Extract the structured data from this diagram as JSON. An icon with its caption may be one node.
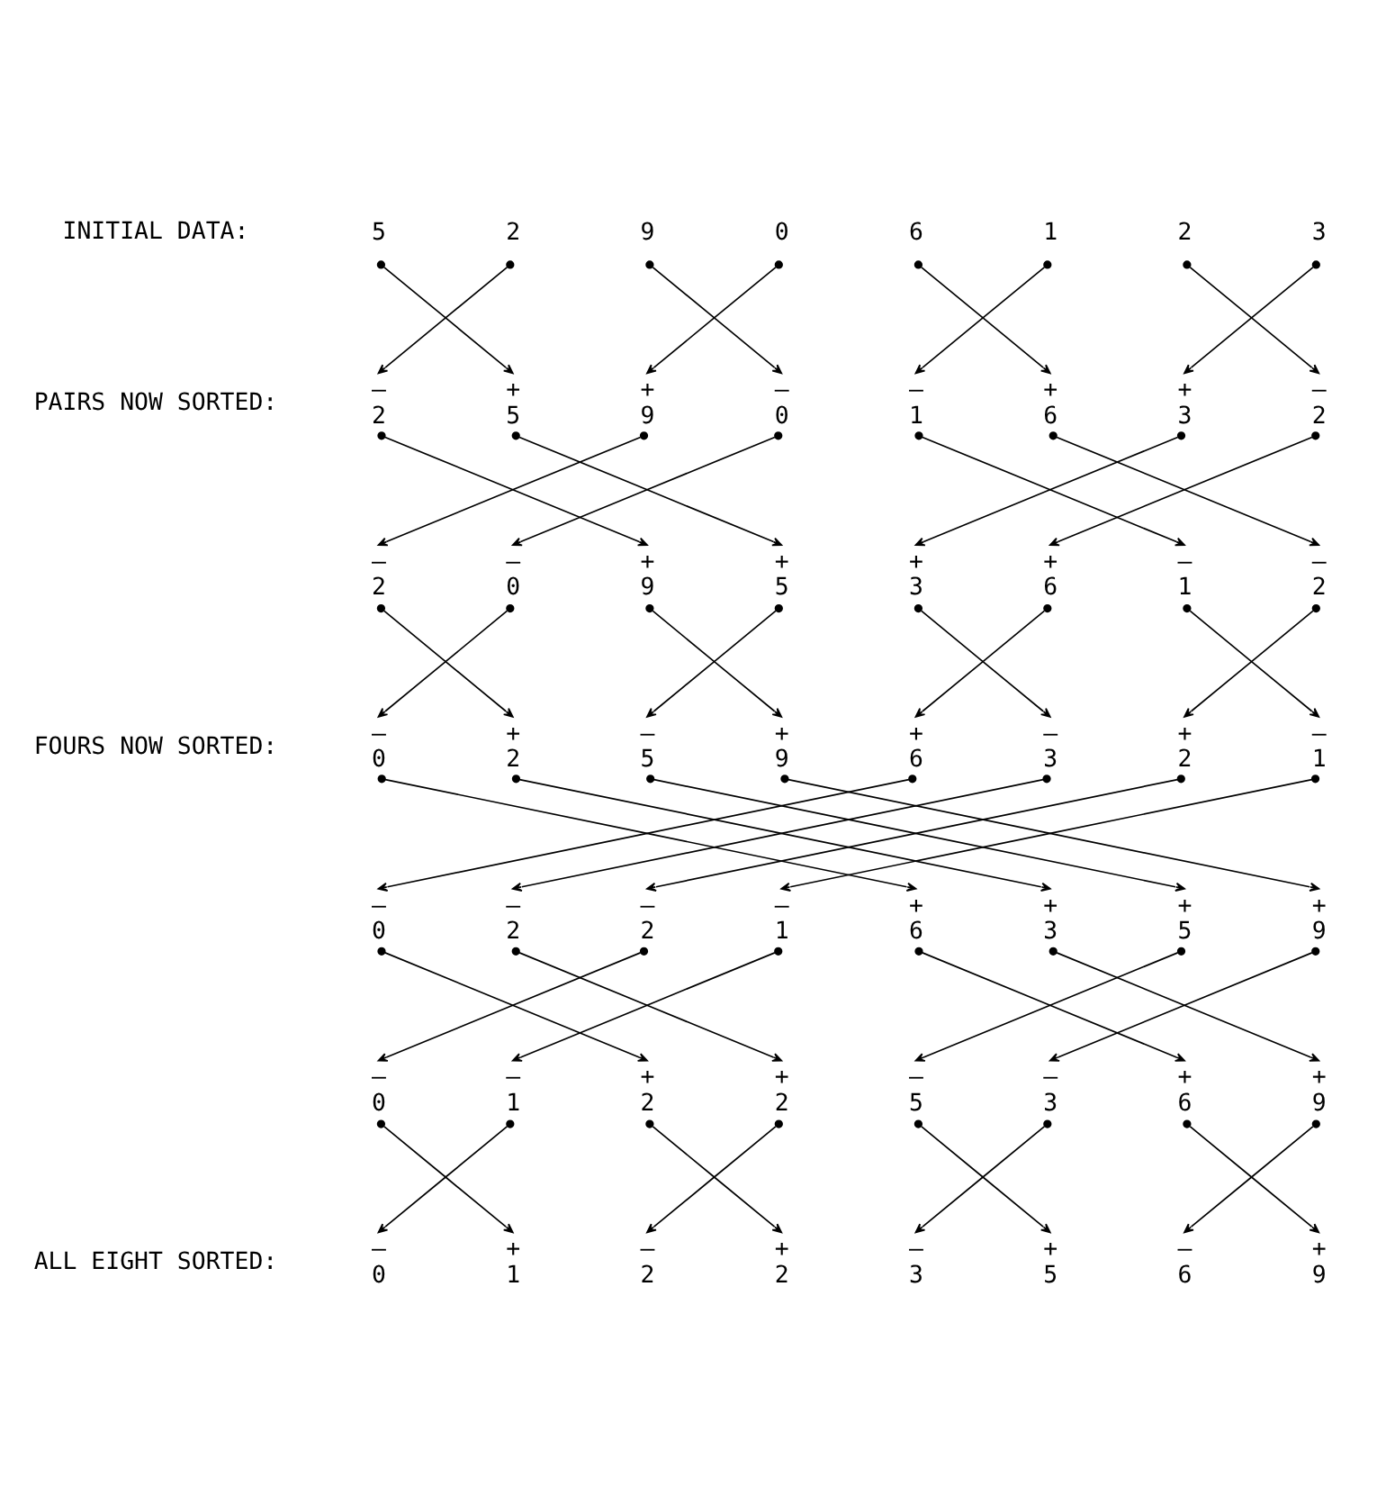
{
  "diagram": {
    "nodes": [
      {
        "text": [
          "5"
        ]
      },
      {
        "text": [
          "2"
        ]
      },
      {
        "text": [
          "9"
        ]
      },
      {
        "text": [
          "0"
        ]
      },
      {
        "text": [
          "6"
        ]
      },
      {
        "text": [
          "1"
        ]
      },
      {
        "text": [
          "2"
        ]
      },
      {
        "text": [
          "3"
        ]
      },
      {
        "text": [
          "2"
        ],
        "beside": [
          "–"
        ]
      },
      {
        "text": [
          "5"
        ],
        "beside": [
          "+"
        ]
      },
      {
        "text": [
          "9"
        ],
        "beside": [
          "+"
        ]
      },
      {
        "text": [
          "0"
        ],
        "beside": [
          "–"
        ]
      },
      {
        "text": [
          "1"
        ],
        "beside": [
          "–"
        ]
      },
      {
        "text": [
          "6"
        ],
        "beside": [
          "+"
        ]
      },
      {
        "text": [
          "3"
        ],
        "beside": [
          "+"
        ]
      },
      {
        "text": [
          "2"
        ],
        "beside": [
          "–"
        ]
      },
      {
        "text": [
          "2"
        ],
        "beside": [
          "–"
        ]
      },
      {
        "text": [
          "0"
        ],
        "beside": [
          "–"
        ]
      },
      {
        "text": [
          "9"
        ],
        "beside": [
          "+"
        ]
      },
      {
        "text": [
          "5"
        ],
        "beside": [
          "+"
        ]
      },
      {
        "text": [
          "3"
        ],
        "beside": [
          "+"
        ]
      },
      {
        "text": [
          "6"
        ],
        "beside": [
          "+"
        ]
      },
      {
        "text": [
          "1"
        ],
        "beside": [
          "–"
        ]
      },
      {
        "text": [
          "2"
        ],
        "beside": [
          "–"
        ]
      },
      {
        "text": [
          "0"
        ],
        "beside": [
          "–"
        ]
      },
      {
        "text": [
          "2"
        ],
        "beside": [
          "+"
        ]
      },
      {
        "text": [
          "5"
        ],
        "beside": [
          "–"
        ]
      },
      {
        "text": [
          "9"
        ],
        "beside": [
          "+"
        ]
      },
      {
        "text": [
          "6"
        ],
        "beside": [
          "+"
        ]
      },
      {
        "text": [
          "3"
        ],
        "beside": [
          "–"
        ]
      },
      {
        "text": [
          "2"
        ],
        "beside": [
          "+"
        ]
      },
      {
        "text": [
          "1"
        ],
        "beside": [
          "–"
        ]
      },
      {
        "text": [
          "0"
        ],
        "beside": [
          "–"
        ]
      },
      {
        "text": [
          "2"
        ],
        "beside": [
          "–"
        ]
      },
      {
        "text": [
          "2"
        ],
        "beside": [
          "–"
        ]
      },
      {
        "text": [
          "1"
        ],
        "beside": [
          "–"
        ]
      },
      {
        "text": [
          "6"
        ],
        "beside": [
          "+"
        ]
      },
      {
        "text": [
          "3"
        ],
        "beside": [
          "+"
        ]
      },
      {
        "text": [
          "5"
        ],
        "beside": [
          "+"
        ]
      },
      {
        "text": [
          "9"
        ],
        "beside": [
          "+"
        ]
      },
      {
        "text": [
          "0"
        ],
        "beside": [
          "–"
        ]
      },
      {
        "text": [
          "1"
        ],
        "beside": [
          "–"
        ]
      },
      {
        "text": [
          "2"
        ],
        "beside": [
          "+"
        ]
      },
      {
        "text": [
          "2"
        ],
        "beside": [
          "+"
        ]
      },
      {
        "text": [
          "5"
        ],
        "beside": [
          "–"
        ]
      },
      {
        "text": [
          "3"
        ],
        "beside": [
          "–"
        ]
      },
      {
        "text": [
          "6"
        ],
        "beside": [
          "+"
        ]
      },
      {
        "text": [
          "9"
        ],
        "beside": [
          "+"
        ]
      },
      {
        "text": [
          "0"
        ],
        "beside": [
          "–"
        ]
      },
      {
        "text": [
          "1"
        ],
        "beside": [
          "+"
        ]
      },
      {
        "text": [
          "2"
        ],
        "beside": [
          "–"
        ]
      },
      {
        "text": [
          "2"
        ],
        "beside": [
          "+"
        ]
      },
      {
        "text": [
          "3"
        ],
        "beside": [
          "–"
        ]
      },
      {
        "text": [
          "5"
        ],
        "beside": [
          "+"
        ]
      },
      {
        "text": [
          "6"
        ],
        "beside": [
          "–"
        ]
      },
      {
        "text": [
          "9"
        ],
        "beside": [
          "+"
        ]
      }
    ],
    "edges": [
      {
        "from": 0,
        "to": 9,
        "arrow": "to"
      },
      {
        "from": 1,
        "to": 8,
        "arrow": "to"
      },
      {
        "from": 2,
        "to": 11,
        "arrow": "to"
      },
      {
        "from": 3,
        "to": 10,
        "arrow": "to"
      },
      {
        "from": 4,
        "to": 13,
        "arrow": "to"
      },
      {
        "from": 5,
        "to": 12,
        "arrow": "to"
      },
      {
        "from": 6,
        "to": 15,
        "arrow": "to"
      },
      {
        "from": 7,
        "to": 14,
        "arrow": "to"
      },
      {
        "from": 8,
        "to": 18,
        "arrow": "to"
      },
      {
        "from": 9,
        "to": 19,
        "arrow": "to"
      },
      {
        "from": 10,
        "to": 16,
        "arrow": "to"
      },
      {
        "from": 11,
        "to": 17,
        "arrow": "to"
      },
      {
        "from": 12,
        "to": 22,
        "arrow": "to"
      },
      {
        "from": 13,
        "to": 23,
        "arrow": "to"
      },
      {
        "from": 14,
        "to": 20,
        "arrow": "to"
      },
      {
        "from": 15,
        "to": 21,
        "arrow": "to"
      },
      {
        "from": 16,
        "to": 25,
        "arrow": "to"
      },
      {
        "from": 17,
        "to": 24,
        "arrow": "to"
      },
      {
        "from": 18,
        "to": 27,
        "arrow": "to"
      },
      {
        "from": 19,
        "to": 26,
        "arrow": "to"
      },
      {
        "from": 20,
        "to": 29,
        "arrow": "to"
      },
      {
        "from": 21,
        "to": 28,
        "arrow": "to"
      },
      {
        "from": 22,
        "to": 31,
        "arrow": "to"
      },
      {
        "from": 23,
        "to": 30,
        "arrow": "to"
      },
      {
        "from": 24,
        "to": 36,
        "arrow": "to"
      },
      {
        "from": 25,
        "to": 37,
        "arrow": "to"
      },
      {
        "from": 26,
        "to": 38,
        "arrow": "to"
      },
      {
        "from": 27,
        "to": 39,
        "arrow": "to"
      },
      {
        "from": 28,
        "to": 32,
        "arrow": "to"
      },
      {
        "from": 29,
        "to": 33,
        "arrow": "to"
      },
      {
        "from": 30,
        "to": 34,
        "arrow": "to"
      },
      {
        "from": 31,
        "to": 35,
        "arrow": "to"
      },
      {
        "from": 32,
        "to": 42,
        "arrow": "to"
      },
      {
        "from": 33,
        "to": 43,
        "arrow": "to"
      },
      {
        "from": 34,
        "to": 40,
        "arrow": "to"
      },
      {
        "from": 35,
        "to": 41,
        "arrow": "to"
      },
      {
        "from": 36,
        "to": 46,
        "arrow": "to"
      },
      {
        "from": 37,
        "to": 47,
        "arrow": "to"
      },
      {
        "from": 38,
        "to": 44,
        "arrow": "to"
      },
      {
        "from": 39,
        "to": 45,
        "arrow": "to"
      },
      {
        "from": 40,
        "to": 49,
        "arrow": "to"
      },
      {
        "from": 41,
        "to": 48,
        "arrow": "to"
      },
      {
        "from": 42,
        "to": 51,
        "arrow": "to"
      },
      {
        "from": 43,
        "to": 50,
        "arrow": "to"
      },
      {
        "from": 44,
        "to": 53,
        "arrow": "to"
      },
      {
        "from": 45,
        "to": 52,
        "arrow": "to"
      },
      {
        "from": 46,
        "to": 55,
        "arrow": "to"
      },
      {
        "from": 47,
        "to": 54,
        "arrow": "to"
      }
    ],
    "labels": [
      "INITIAL DATA:",
      "PAIRS NOW SORTED:",
      "FOURS NOW SORTED:",
      "ALL EIGHT SORTED:"
    ]
  }
}
